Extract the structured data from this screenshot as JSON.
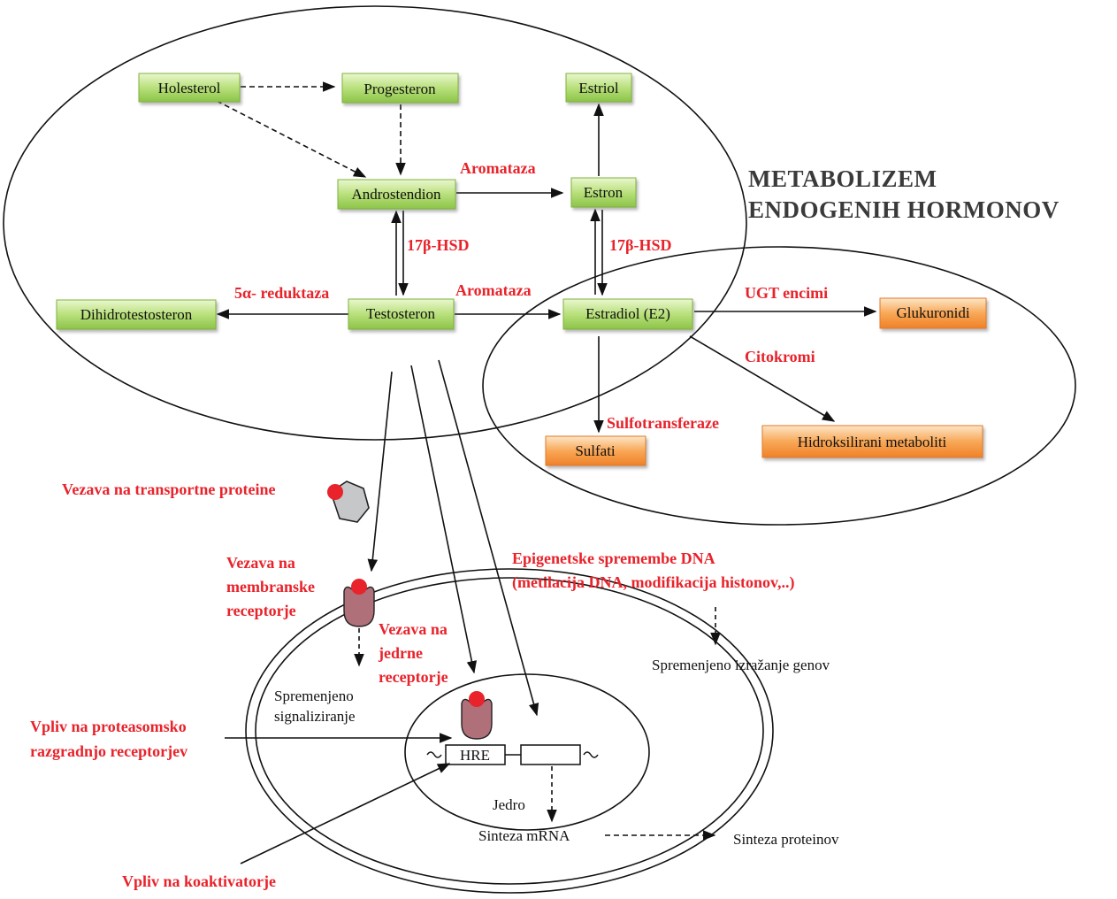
{
  "title": {
    "line1": "METABOLIZEM",
    "line2": "ENDOGENIH HORMONOV"
  },
  "green_boxes": {
    "holesterol": "Holesterol",
    "progesteron": "Progesteron",
    "androstendion": "Androstendion",
    "estriol": "Estriol",
    "estron": "Estron",
    "testosteron": "Testosteron",
    "dihidrotestosteron": "Dihidrotestosteron",
    "estradiol": "Estradiol (E2)"
  },
  "orange_boxes": {
    "glukuronidi": "Glukuronidi",
    "sulfati": "Sulfati",
    "hidroksilirani": "Hidroksilirani metaboliti"
  },
  "enzymes": {
    "aromataza_top": "Aromataza",
    "hsd_left": "17β-HSD",
    "hsd_right": "17β-HSD",
    "reduktaza": "5α- reduktaza",
    "aromataza_mid": "Aromataza",
    "ugt": "UGT encimi",
    "citokromi": "Citokromi",
    "sulfotransferaze": "Sulfotransferaze"
  },
  "effects": {
    "transport": "Vezava na transportne proteine",
    "membrane_l1": "Vezava na",
    "membrane_l2": "membranske",
    "membrane_l3": "receptorje",
    "nuclear_l1": "Vezava na",
    "nuclear_l2": "jedrne",
    "nuclear_l3": "receptorje",
    "epigenetic_l1": "Epigenetske spremembe DNA",
    "epigenetic_l2": "(metilacija DNA, modifikacija histonov,..)",
    "proteasome_l1": "Vpliv na proteasomsko",
    "proteasome_l2": "razgradnjo receptorjev",
    "coactivator": "Vpliv na koaktivatorje"
  },
  "outcomes": {
    "signal_l1": "Spremenjeno",
    "signal_l2": "signaliziranje",
    "gene_expression": "Spremenjeno izražanje genov",
    "hre": "HRE",
    "nucleus": "Jedro",
    "mrna": "Sinteza mRNA",
    "protein": "Sinteza proteinov"
  },
  "colors": {
    "enzyme_red": "#e8232b",
    "box_green": "#a6d36a",
    "box_orange": "#f49a3c",
    "receptor": "#b0707a",
    "title_gray": "#3a3a3a"
  }
}
